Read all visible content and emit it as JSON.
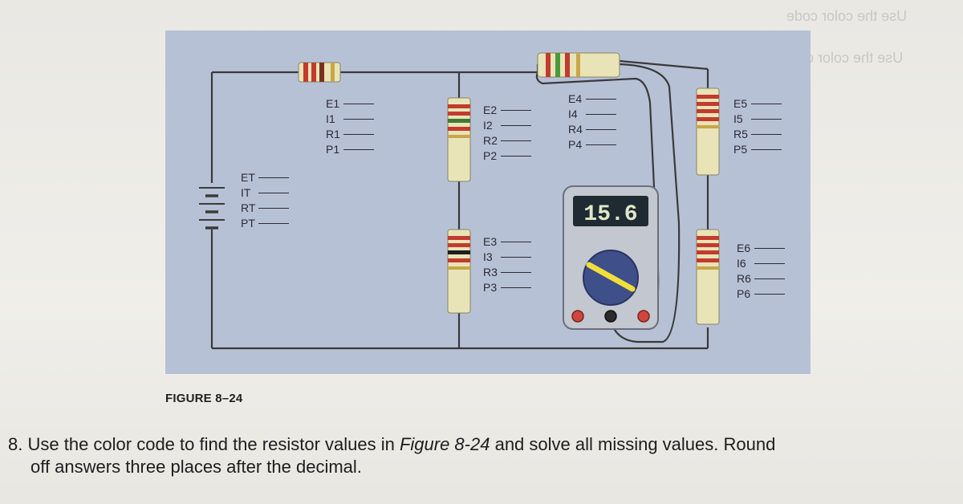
{
  "diagram": {
    "battery_labels": [
      "ET",
      "IT",
      "RT",
      "PT"
    ],
    "resistor_labels": {
      "r1": [
        "E1",
        "I1",
        "R1",
        "P1"
      ],
      "r2": [
        "E2",
        "I2",
        "R2",
        "P2"
      ],
      "r3": [
        "E3",
        "I3",
        "R3",
        "P3"
      ],
      "r4": [
        "E4",
        "I4",
        "R4",
        "P4"
      ],
      "r5": [
        "E5",
        "I5",
        "R5",
        "P5"
      ],
      "r6": [
        "E6",
        "I6",
        "R6",
        "P6"
      ]
    },
    "meter_display": "15.6",
    "colors": {
      "panel": "#b7c1d6",
      "wire": "#3a3a3a",
      "resistor_body": "#e9e4b8",
      "meter_body": "#c3c7d0",
      "meter_dial": "#3e4f8a",
      "meter_pointer": "#f2de3a",
      "jack_red": "#d0463d",
      "jack_black": "#2b2b2b"
    }
  },
  "figure_caption": "FIGURE 8–24",
  "question": {
    "number": "8.",
    "line1_pre": "Use the color code to find the resistor values in ",
    "line1_em": "Figure 8-24",
    "line1_post": " and solve all missing values. Round",
    "line2": "off answers three places after the decimal."
  },
  "ghost_text": [
    "Use the color code",
    "Use the color cod"
  ]
}
